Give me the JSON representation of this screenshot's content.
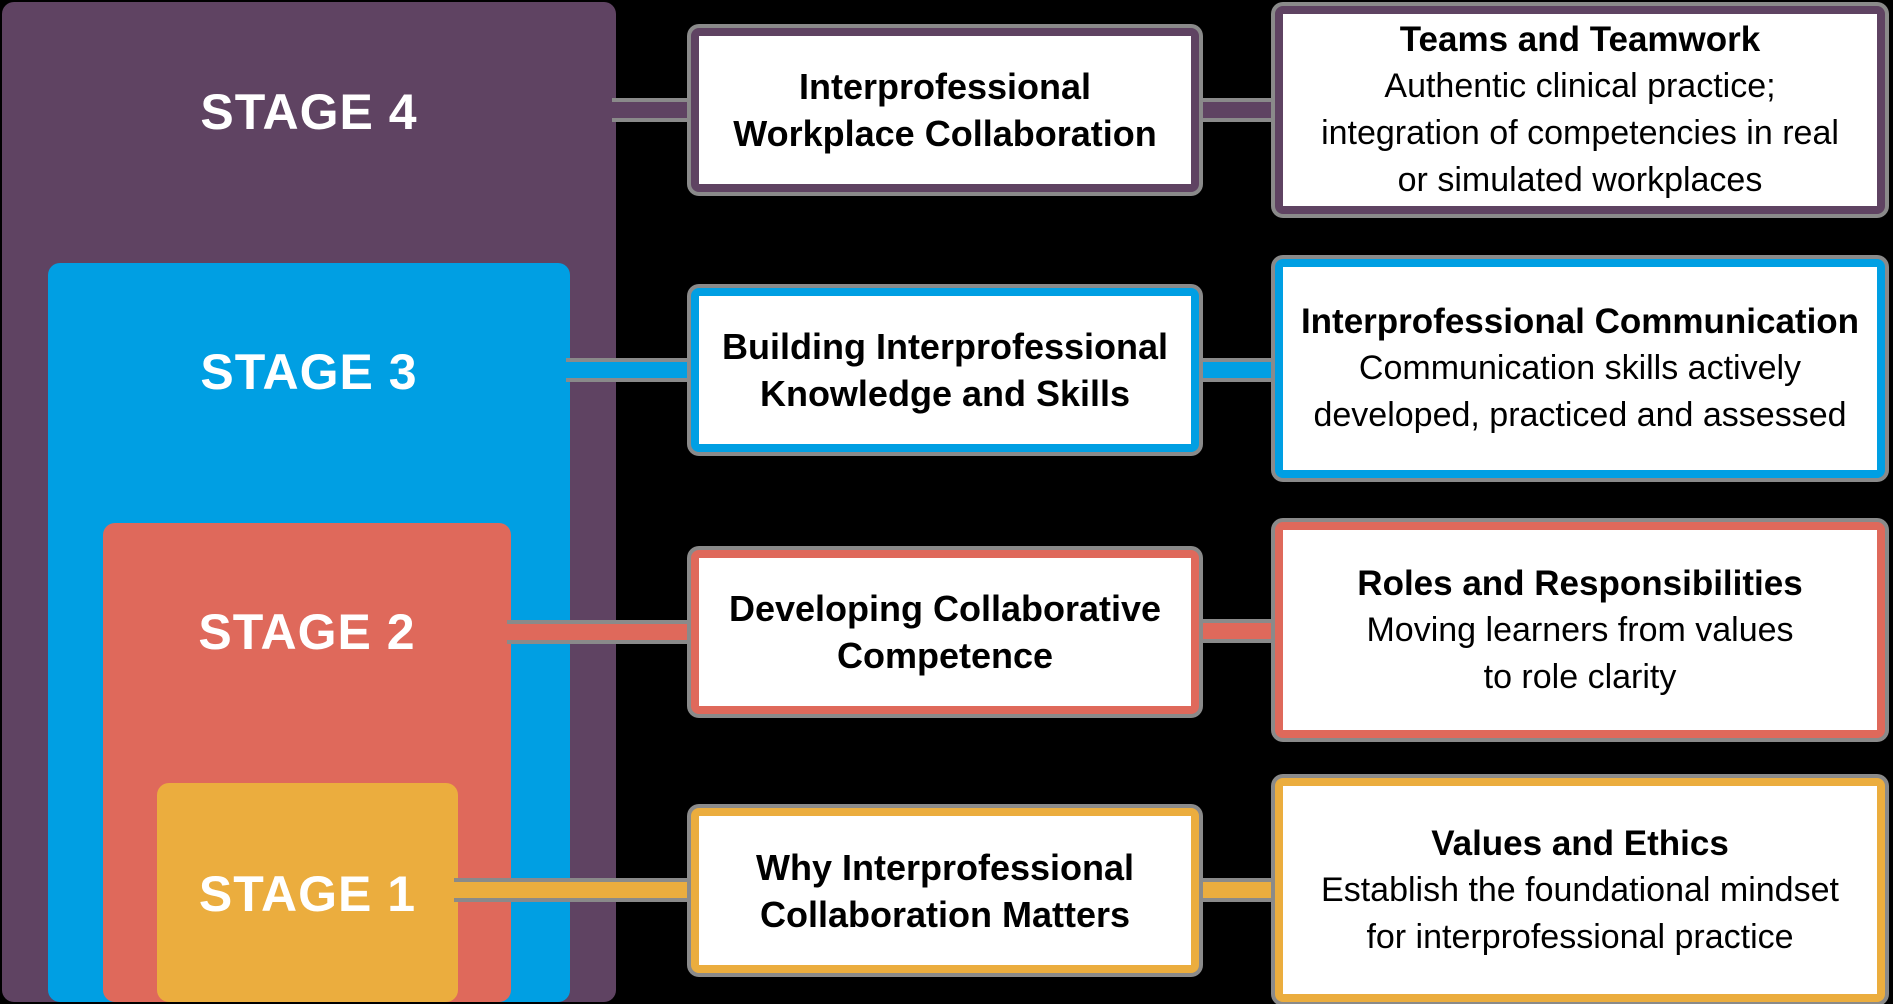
{
  "colors": {
    "background": "#000000",
    "box_fill": "#FFFFFF",
    "shadow_grey": "#8A8A8A",
    "label_text": "#FFFFFF",
    "body_text": "#000000",
    "stage4_purple": "#5F4362",
    "stage3_blue": "#009FE3",
    "stage2_red": "#DF695B",
    "stage1_orange": "#EBAD3E"
  },
  "stages": [
    {
      "label": "STAGE 4",
      "color": "#5F4362",
      "middle_title": "Interprofessional\nWorkplace Collaboration",
      "right_title": "Teams and Teamwork",
      "right_desc": "Authentic clinical practice;\nintegration of competencies in real\nor simulated workplaces"
    },
    {
      "label": "STAGE 3",
      "color": "#009FE3",
      "middle_title": "Building Interprofessional\nKnowledge and Skills",
      "right_title": "Interprofessional Communication",
      "right_desc": "Communication skills actively\ndeveloped, practiced and assessed"
    },
    {
      "label": "STAGE 2",
      "color": "#DF695B",
      "middle_title": "Developing Collaborative\nCompetence",
      "right_title": "Roles and Responsibilities",
      "right_desc": "Moving learners from values\nto role clarity"
    },
    {
      "label": "STAGE 1",
      "color": "#EBAD3E",
      "middle_title": "Why Interprofessional\nCollaboration Matters",
      "right_title": "Values and Ethics",
      "right_desc": "Establish the foundational mindset\nfor interprofessional practice"
    }
  ]
}
